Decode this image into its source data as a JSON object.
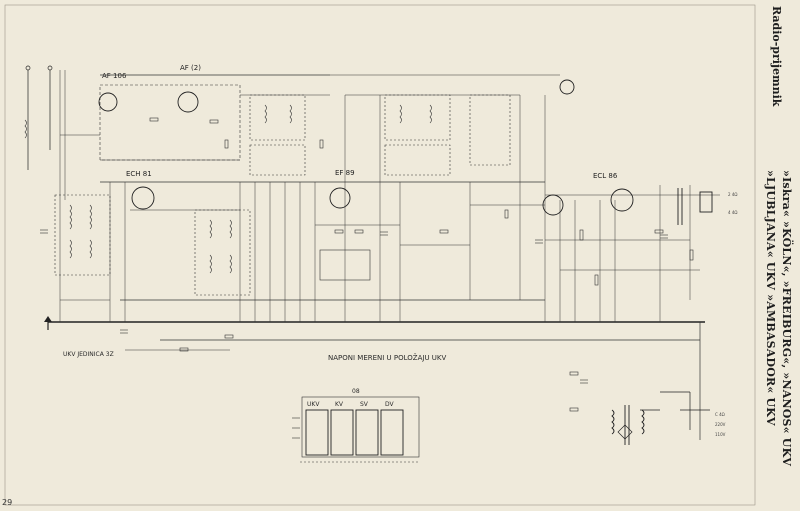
{
  "page": {
    "side_title": "Radio-prijemnik",
    "side_models_line1": "»Iskra« »KÖLN«, »FREIBURG«, »NANOS« UKV",
    "side_models_line2": "»LJUBLJANA« UKV »AMBASADOR« UKV",
    "page_number": "29"
  },
  "schematic": {
    "tubes": [
      "AF 106",
      "AF (2)",
      "ECH 81",
      "EF 89",
      "ECL 86"
    ],
    "switch_note": "NAPONI MERENI U POLOŽAJU UKV",
    "band_switch_label": "08",
    "bands": [
      "UKV",
      "KV",
      "SV",
      "DV"
    ],
    "loop_note": "UKV JEDINICA 3Z",
    "speaker_terminals": [
      "2 4Ω",
      "4 4Ω"
    ],
    "mains_labels": [
      "C 4Ω",
      "220V",
      "110V"
    ]
  },
  "colors": {
    "paper": "#efeadb",
    "ink": "#2a2a2a"
  }
}
